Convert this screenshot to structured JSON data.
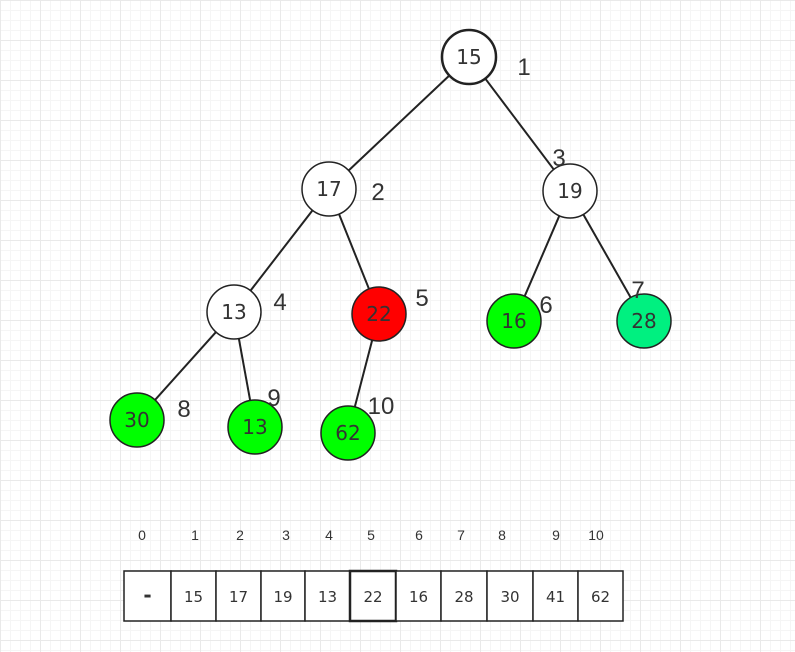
{
  "colors": {
    "white": "#ffffff",
    "red": "#ff0000",
    "green": "#00ff00",
    "teal": "#00f080",
    "stroke": "#222222"
  },
  "tree": {
    "nodes": [
      {
        "id": 1,
        "value": "15",
        "label": "1",
        "fill": "white"
      },
      {
        "id": 2,
        "value": "17",
        "label": "2",
        "fill": "white"
      },
      {
        "id": 3,
        "value": "19",
        "label": "3",
        "fill": "white"
      },
      {
        "id": 4,
        "value": "13",
        "label": "4",
        "fill": "white"
      },
      {
        "id": 5,
        "value": "22",
        "label": "5",
        "fill": "red"
      },
      {
        "id": 6,
        "value": "16",
        "label": "6",
        "fill": "green"
      },
      {
        "id": 7,
        "value": "28",
        "label": "7",
        "fill": "teal"
      },
      {
        "id": 8,
        "value": "30",
        "label": "8",
        "fill": "green"
      },
      {
        "id": 9,
        "value": "13",
        "label": "9",
        "fill": "green"
      },
      {
        "id": 10,
        "value": "62",
        "label": "10",
        "fill": "green"
      }
    ],
    "edges": [
      [
        1,
        2
      ],
      [
        1,
        3
      ],
      [
        2,
        4
      ],
      [
        2,
        5
      ],
      [
        3,
        6
      ],
      [
        3,
        7
      ],
      [
        4,
        8
      ],
      [
        4,
        9
      ],
      [
        5,
        10
      ]
    ]
  },
  "array": {
    "indices": [
      "0",
      "1",
      "2",
      "3",
      "4",
      "5",
      "6",
      "7",
      "8",
      "9",
      "10"
    ],
    "cells": [
      "-",
      "15",
      "17",
      "19",
      "13",
      "22",
      "16",
      "28",
      "30",
      "41",
      "62"
    ],
    "highlight_index": 5
  }
}
